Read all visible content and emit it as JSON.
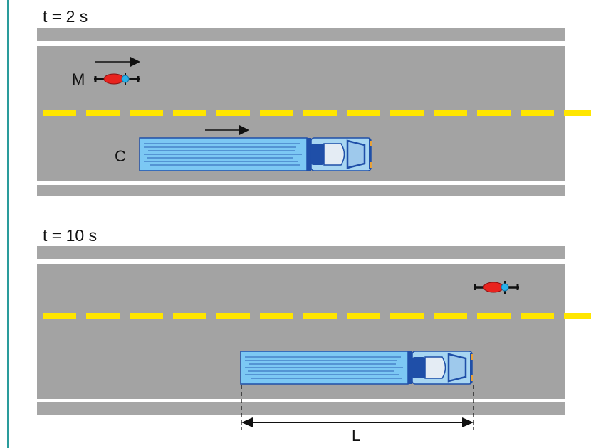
{
  "panels": [
    {
      "time_label": "t = 2 s",
      "motorcycle_label": "M",
      "truck_label": "C"
    },
    {
      "time_label": "t = 10 s"
    }
  ],
  "dimension": {
    "label": "L"
  },
  "colors": {
    "road": "#a3a3a3",
    "shoulder": "#a6a6a6",
    "lane_marking": "#ffe600",
    "trailer": "#7cc8f4",
    "cab": "#1f4fa8",
    "motorcycle_body": "#e8231e",
    "rider_helmet": "#2ab0e8",
    "frame_rule": "#2a9c9c"
  }
}
